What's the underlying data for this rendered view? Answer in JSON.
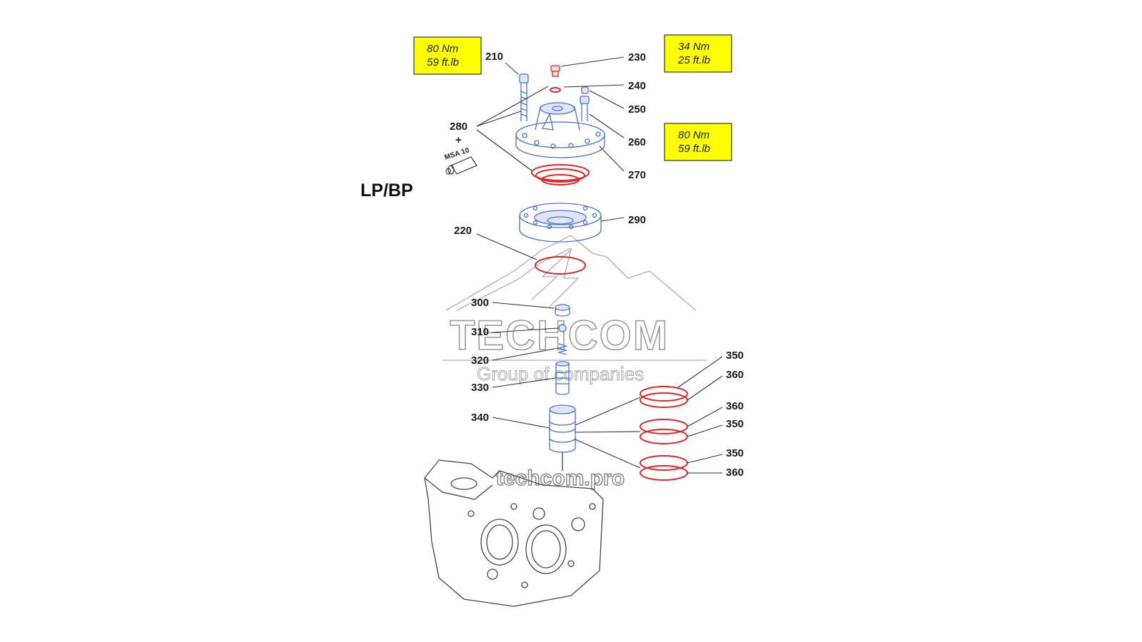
{
  "diagram": {
    "title": "LP/BP",
    "plus_sign": "+",
    "sealant_label": "MSA 10",
    "torque_boxes": [
      {
        "id": "t1",
        "nm": "80 Nm",
        "ftlb": "59 ft.lb"
      },
      {
        "id": "t2",
        "nm": "34 Nm",
        "ftlb": "25 ft.lb"
      },
      {
        "id": "t3",
        "nm": "80 Nm",
        "ftlb": "59 ft.lb"
      }
    ],
    "callouts": [
      "210",
      "230",
      "240",
      "250",
      "260",
      "270",
      "280",
      "290",
      "220",
      "300",
      "310",
      "320",
      "330",
      "340",
      "350",
      "360",
      "360",
      "350",
      "350",
      "360"
    ],
    "colors": {
      "highlight_blue": "#4a6fd6",
      "highlight_red": "#e0262b",
      "torque_box": "#ffff00"
    }
  },
  "watermark": {
    "brand": "TECHCOM",
    "tagline": "Group of companies",
    "url": "techcom.pro"
  }
}
